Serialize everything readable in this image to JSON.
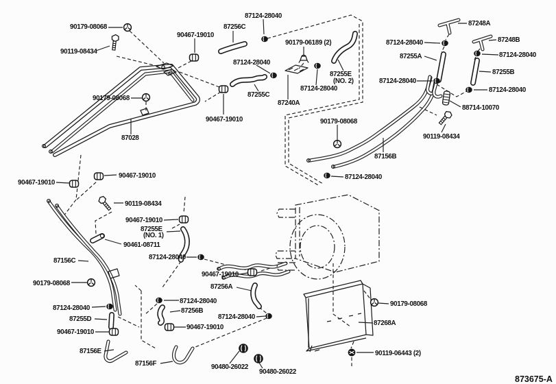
{
  "drawing_number": "873675-A",
  "labels": [
    "90179-08068",
    "90119-08434",
    "90467-19010",
    "87256C",
    "87124-28040",
    "90179-06189 (2)",
    "87124-28040",
    "87255C",
    "87240A",
    "87124-28040",
    "87255E",
    "(NO. 2)",
    "90179-08068",
    "87248A",
    "87124-28040",
    "87248B",
    "87124-28040",
    "87255A",
    "87255B",
    "87124-28040",
    "87124-28040",
    "88714-10070",
    "90119-08434",
    "87156B",
    "87124-28040",
    "90179-08068",
    "87028",
    "90467-19010",
    "90467-19010",
    "90467-19010",
    "90119-08434",
    "90467-19010",
    "87255E",
    "(NO. 1)",
    "90461-08711",
    "87124-28040",
    "87156C",
    "90179-08068",
    "90467-19010",
    "87256A",
    "87124-28040",
    "87124-28040",
    "87255D",
    "90467-19010",
    "87156E",
    "87124-28040",
    "87256B",
    "90467-19010",
    "87156F",
    "90480-26022",
    "90480-26022",
    "90179-08068",
    "87268A",
    "90119-06443 (2)"
  ]
}
